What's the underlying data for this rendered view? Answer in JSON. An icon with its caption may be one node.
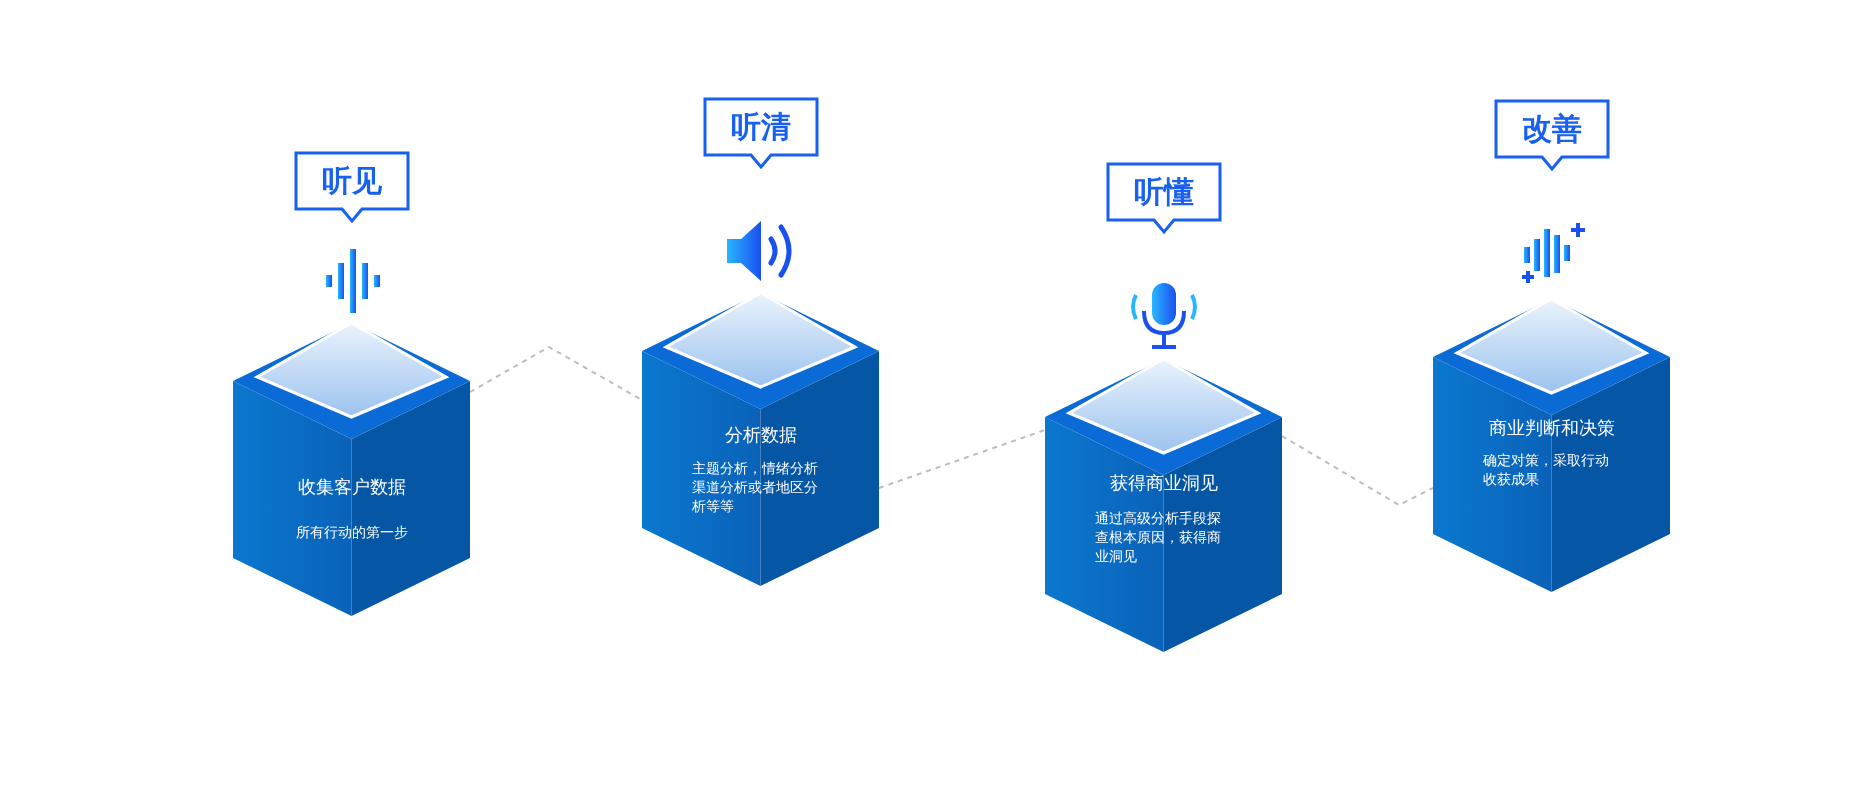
{
  "diagram": {
    "nodes": [
      {
        "text": [
          "听见",
          "收集客户数据",
          "所有行动的第一步"
        ]
      },
      {
        "text": [
          "听清",
          "分析数据",
          "主题分析，情绪分析渠道分析或者地区分析等等"
        ]
      },
      {
        "text": [
          "听懂",
          "获得商业洞见",
          "通过高级分析手段探查根本原因，获得商业洞见"
        ]
      },
      {
        "text": [
          "改善",
          "商业判断和决策",
          "确定对策，采取行动收获成果"
        ]
      }
    ],
    "edges": [
      {
        "from": 0,
        "to": 1,
        "arrow": "none",
        "style": "dashed"
      },
      {
        "from": 1,
        "to": 2,
        "arrow": "none",
        "style": "dashed"
      },
      {
        "from": 2,
        "to": 3,
        "arrow": "none",
        "style": "dashed"
      }
    ]
  }
}
